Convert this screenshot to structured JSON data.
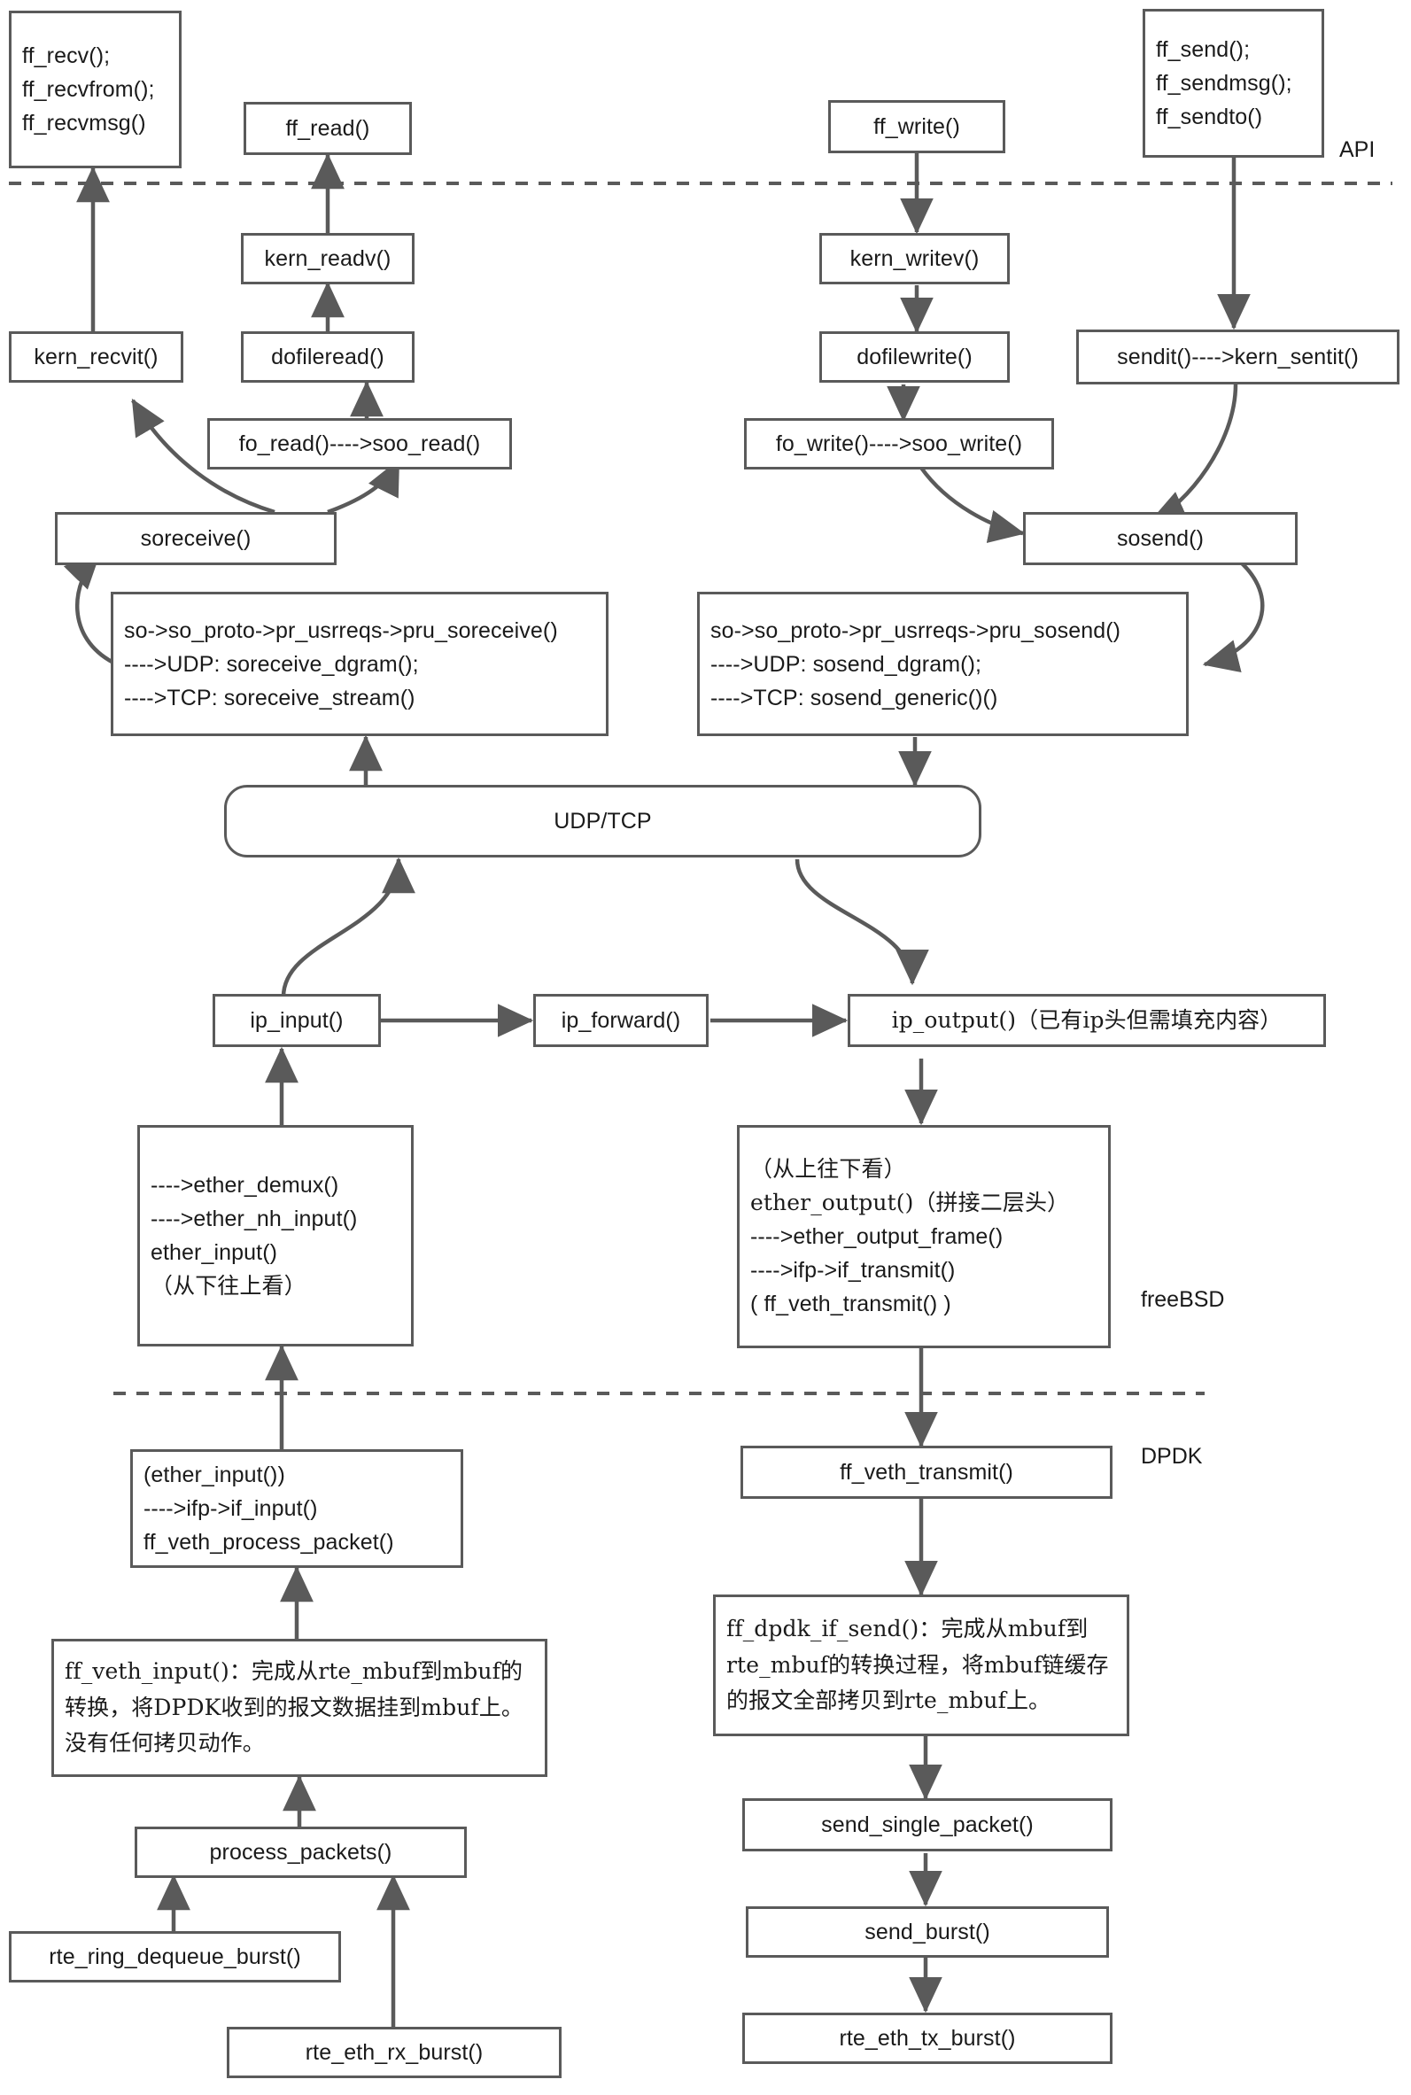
{
  "diagram": {
    "title": "F-Stack / FreeBSD network stack call flow",
    "colors": {
      "box_border": "#5a5a5a",
      "text": "#1a1a1a",
      "edge": "#5a5a5a",
      "background": "#ffffff"
    },
    "section_labels": [
      {
        "name": "api-label",
        "text": "API"
      },
      {
        "name": "freebsd-label",
        "text": "freeBSD"
      },
      {
        "name": "dpdk-label",
        "text": "DPDK"
      }
    ],
    "nodes": [
      {
        "id": "ff_recv",
        "lines": [
          "ff_recv();",
          "ff_recvfrom();",
          "ff_recvmsg()"
        ]
      },
      {
        "id": "ff_read",
        "lines": [
          "ff_read()"
        ]
      },
      {
        "id": "ff_write",
        "lines": [
          "ff_write()"
        ]
      },
      {
        "id": "ff_send",
        "lines": [
          "ff_send();",
          "ff_sendmsg();",
          "ff_sendto()"
        ]
      },
      {
        "id": "kern_readv",
        "lines": [
          "kern_readv()"
        ]
      },
      {
        "id": "kern_writev",
        "lines": [
          "kern_writev()"
        ]
      },
      {
        "id": "kern_recvit",
        "lines": [
          "kern_recvit()"
        ]
      },
      {
        "id": "dofileread",
        "lines": [
          "dofileread()"
        ]
      },
      {
        "id": "dofilewrite",
        "lines": [
          "dofilewrite()"
        ]
      },
      {
        "id": "sendit",
        "lines": [
          "sendit()---->kern_sentit()"
        ]
      },
      {
        "id": "fo_read",
        "lines": [
          "fo_read()---->soo_read()"
        ]
      },
      {
        "id": "fo_write",
        "lines": [
          "fo_write()---->soo_write()"
        ]
      },
      {
        "id": "soreceive",
        "lines": [
          "soreceive()"
        ]
      },
      {
        "id": "sosend",
        "lines": [
          "sosend()"
        ]
      },
      {
        "id": "pru_soreceive",
        "lines": [
          "so->so_proto->pr_usrreqs->pru_soreceive()",
          "---->UDP: soreceive_dgram();",
          "---->TCP: soreceive_stream()"
        ]
      },
      {
        "id": "pru_sosend",
        "lines": [
          "so->so_proto->pr_usrreqs->pru_sosend()",
          "---->UDP: sosend_dgram();",
          "---->TCP: sosend_generic()()"
        ]
      },
      {
        "id": "udp_tcp",
        "lines": [
          "UDP/TCP"
        ]
      },
      {
        "id": "ip_input",
        "lines": [
          "ip_input()"
        ]
      },
      {
        "id": "ip_forward",
        "lines": [
          "ip_forward()"
        ]
      },
      {
        "id": "ip_output",
        "lines": [
          "ip_output()（已有ip头但需填充内容）"
        ]
      },
      {
        "id": "ether_in",
        "lines": [
          "---->ether_demux()",
          "---->ether_nh_input()",
          "ether_input()",
          "（从下往上看）"
        ]
      },
      {
        "id": "ether_out",
        "lines": [
          "（从上往下看）",
          "ether_output()（拼接二层头）",
          "---->ether_output_frame()",
          "---->ifp->if_transmit()",
          "( ff_veth_transmit() )"
        ]
      },
      {
        "id": "ether_input_dp",
        "lines": [
          "(ether_input())",
          "---->ifp->if_input()",
          "ff_veth_process_packet()"
        ]
      },
      {
        "id": "ff_veth_transmit",
        "lines": [
          "ff_veth_transmit()"
        ]
      },
      {
        "id": "ff_veth_input",
        "lines": [
          "ff_veth_input()：完成从rte_mbuf到mbuf的转换，将DPDK收到的报文数据挂到mbuf上。没有任何拷贝动作。"
        ]
      },
      {
        "id": "ff_dpdk_if_send",
        "lines": [
          "ff_dpdk_if_send()：完成从mbuf到rte_mbuf的转换过程，将mbuf链缓存的报文全部拷贝到rte_mbuf上。"
        ]
      },
      {
        "id": "process_packets",
        "lines": [
          "process_packets()"
        ]
      },
      {
        "id": "send_single",
        "lines": [
          "send_single_packet()"
        ]
      },
      {
        "id": "rte_ring_deq",
        "lines": [
          "rte_ring_dequeue_burst()"
        ]
      },
      {
        "id": "send_burst",
        "lines": [
          "send_burst()"
        ]
      },
      {
        "id": "rte_eth_rx",
        "lines": [
          "rte_eth_rx_burst()"
        ]
      },
      {
        "id": "rte_eth_tx",
        "lines": [
          "rte_eth_tx_burst()"
        ]
      }
    ]
  }
}
